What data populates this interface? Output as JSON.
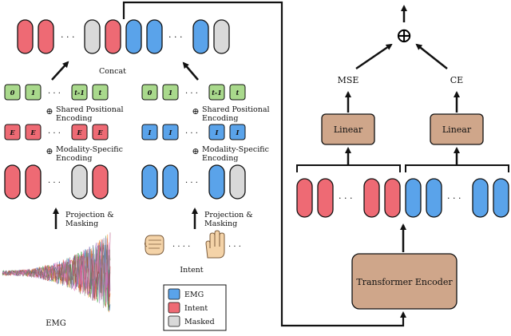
{
  "colors": {
    "emg": "#5aa3ea",
    "intent": "#ee6a74",
    "masked": "#d9d9d9",
    "pos_token": "#a9d98c",
    "box": "#cfa68a",
    "stroke": "#111111"
  },
  "labels": {
    "concat": "Concat",
    "shared_positional_line1": "Shared Positional",
    "shared_positional_line2": "Encoding",
    "modality_specific_line1": "Modality-Specific",
    "modality_specific_line2": "Encoding",
    "projection_masking_line1": "Projection &",
    "projection_masking_line2": "Masking",
    "emg_signal": "EMG",
    "intent": "Intent",
    "mse": "MSE",
    "ce": "CE",
    "linear_left": "Linear",
    "linear_right": "Linear",
    "transformer_encoder": "Transformer Encoder",
    "plus_symbol": "⊕",
    "combine_symbol": "⊕"
  },
  "tokens": {
    "emg_positional": [
      "0",
      "1",
      "t-1",
      "t"
    ],
    "intent_positional": [
      "0",
      "1",
      "t-1",
      "t"
    ],
    "emg_modality": [
      "E",
      "E",
      "E",
      "E"
    ],
    "intent_modality": [
      "I",
      "I",
      "I",
      "I"
    ]
  },
  "legend": {
    "items": [
      {
        "label": "EMG",
        "color": "#5aa3ea"
      },
      {
        "label": "Intent",
        "color": "#ee6a74"
      },
      {
        "label": "Masked",
        "color": "#d9d9d9"
      }
    ]
  },
  "icons": {
    "fist": "fist-hand-icon",
    "open_hand": "open-hand-icon"
  }
}
